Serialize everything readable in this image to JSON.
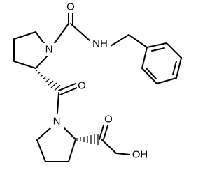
{
  "figure": {
    "background": "#ffffff",
    "ink": "#000000"
  },
  "atoms": {
    "o_carboxamide": "O",
    "nh_amide": "NH",
    "n_pyrrolidine_upper": "N",
    "o_linker": "O",
    "n_pyrrolidine_lower": "N",
    "o_ketone": "O",
    "oh_hydroxyl": "OH"
  }
}
